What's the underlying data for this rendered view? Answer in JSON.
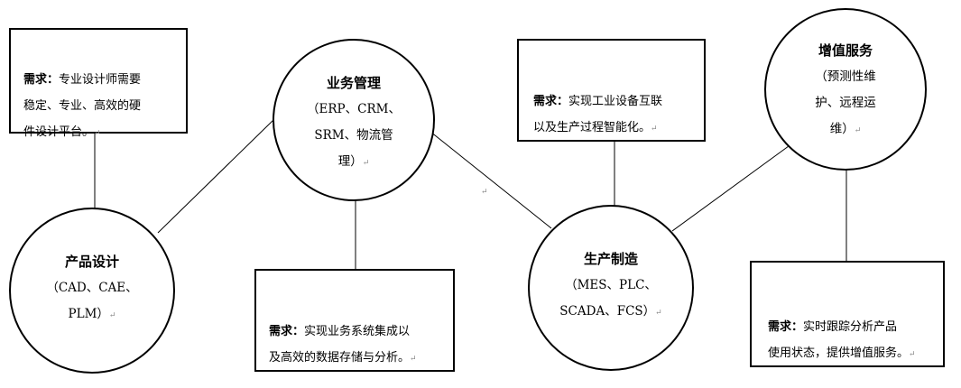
{
  "nodes": {
    "product_design": {
      "title": "产品设计",
      "desc": "（CAD、CAE、\nPLM）"
    },
    "business_mgmt": {
      "title": "业务管理",
      "desc": "（ERP、CRM、\nSRM、物流管\n理）"
    },
    "production": {
      "title": "生产制造",
      "desc": "（MES、PLC、\nSCADA、FCS）"
    },
    "value_added": {
      "title": "增值服务",
      "desc": "（预测性维\n护、远程运\n维）"
    }
  },
  "requirements": {
    "label": "需求：",
    "product_design": "专业设计师需要\n稳定、专业、高效的硬\n件设计平台。",
    "business_mgmt": "实现业务系统集成以\n及高效的数据存储与分析。",
    "production": "实现工业设备互联\n以及生产过程智能化。",
    "value_added": "实时跟踪分析产品\n使用状态，提供增值服务。"
  },
  "para_mark": "↵"
}
